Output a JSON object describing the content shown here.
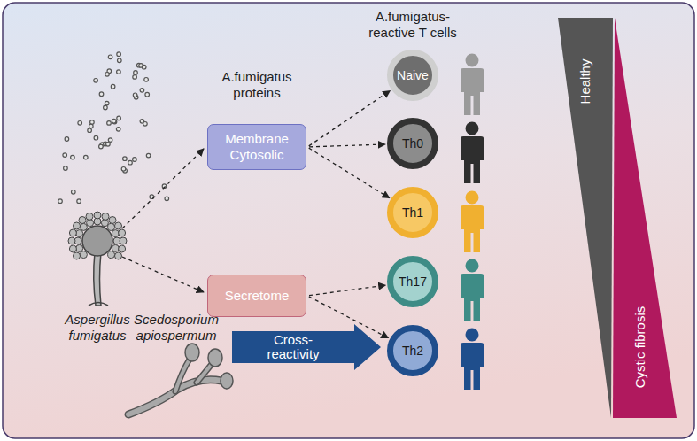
{
  "diagram": {
    "nodes": [
      {
        "text": [
          "Membrane Cytosolic"
        ]
      },
      {
        "text": [
          "Secretome"
        ]
      },
      {
        "text": [
          "Naive"
        ]
      },
      {
        "text": [
          "Th0"
        ]
      },
      {
        "text": [
          "Th1"
        ]
      },
      {
        "text": [
          "Th17"
        ]
      },
      {
        "text": [
          "Th2"
        ]
      },
      {
        "text": [
          "Cross-reactivity"
        ]
      },
      {
        "text": [
          "Healthy"
        ]
      },
      {
        "text": [
          "Cystic fibrosis"
        ]
      }
    ],
    "edges": [
      {
        "from": 0,
        "to": 2,
        "arrow": "to"
      },
      {
        "from": 0,
        "to": 3,
        "arrow": "to"
      },
      {
        "from": 0,
        "to": 4,
        "arrow": "to"
      },
      {
        "from": 1,
        "to": 5,
        "arrow": "to"
      },
      {
        "from": 1,
        "to": 6,
        "arrow": "to"
      }
    ],
    "labels": [
      "Aspergillus fumigatus",
      "A.fumigatus proteins",
      "A.fumigatus-reactive T cells",
      "Scedosporium apiospermum"
    ]
  }
}
